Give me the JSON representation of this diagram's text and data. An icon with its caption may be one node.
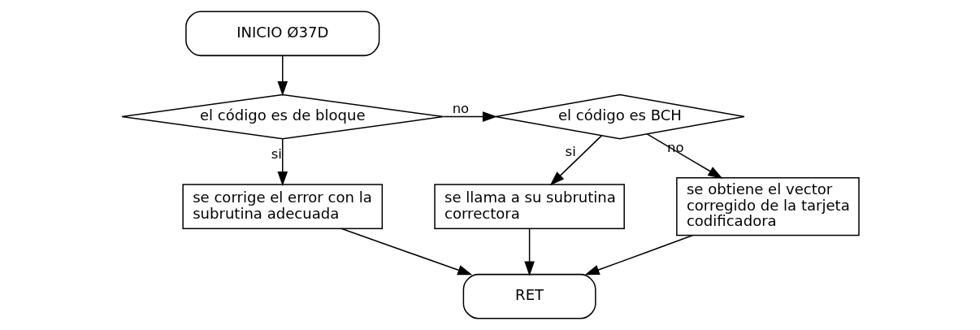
{
  "diagram": {
    "nodes": [
      {
        "text": [
          "INICIO Ø37D"
        ]
      },
      {
        "text": [
          "el código es de bloque"
        ]
      },
      {
        "text": [
          "el código es BCH"
        ]
      },
      {
        "text": [
          "se corrige el error con la subrutina adecuada"
        ]
      },
      {
        "text": [
          "se llama a su subrutina correctora"
        ]
      },
      {
        "text": [
          "se obtiene el vector corregido de la tarjeta codificadora"
        ]
      },
      {
        "text": [
          "RET"
        ]
      }
    ],
    "edges": [
      {
        "from": 0,
        "to": 1,
        "arrow": "to"
      },
      {
        "from": 1,
        "to": 2,
        "arrow": "to",
        "label": "no"
      },
      {
        "from": 1,
        "to": 3,
        "arrow": "to",
        "label": "si"
      },
      {
        "from": 2,
        "to": 4,
        "arrow": "to",
        "label": "si"
      },
      {
        "from": 2,
        "to": 5,
        "arrow": "to",
        "label": "no"
      },
      {
        "from": 3,
        "to": 6,
        "arrow": "to"
      },
      {
        "from": 4,
        "to": 6,
        "arrow": "to"
      },
      {
        "from": 5,
        "to": 6,
        "arrow": "to"
      }
    ]
  }
}
